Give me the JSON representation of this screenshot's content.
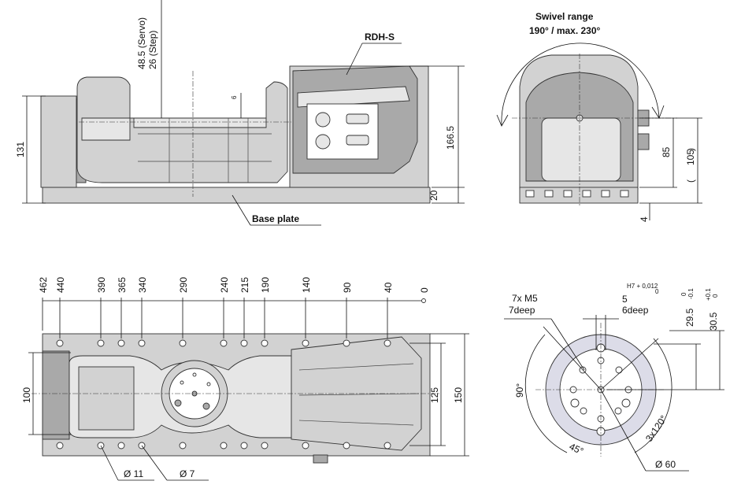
{
  "side_view": {
    "servo_label": "48.5 (Servo)",
    "step_label": "26 (Step)",
    "height_131": "131",
    "height_166_5": "166.5",
    "height_20": "20",
    "dim_6": "6",
    "module_label": "RDH-S",
    "base_plate_label": "Base plate"
  },
  "front_view": {
    "swivel_title": "Swivel range",
    "swivel_value": "190° / max. 230°",
    "dim_85": "85",
    "dim_105": "105",
    "dim_4": "4"
  },
  "top_view": {
    "x_ticks": [
      "462",
      "440",
      "390",
      "365",
      "340",
      "290",
      "240",
      "215",
      "190",
      "140",
      "90",
      "40",
      "0"
    ],
    "dim_100": "100",
    "dim_125": "125",
    "dim_150": "150",
    "hole_11": "Ø 11",
    "hole_7": "Ø 7"
  },
  "flange_view": {
    "thread_count": "7x M5",
    "thread_depth": "7deep",
    "pin_size": "5",
    "pin_depth": "6deep",
    "fit_tol": "H7 + 0,012",
    "fit_tol_low": "0",
    "dim_29_5": "29.5",
    "tol_29_5_hi": "0",
    "tol_29_5_lo": "-0.1",
    "dim_30_5": "30.5",
    "tol_30_5_hi": "+0.1",
    "tol_30_5_lo": "0",
    "angle_90": "90°",
    "angle_45": "45°",
    "angle_3x120": "3x120°",
    "dia_60": "Ø 60"
  }
}
